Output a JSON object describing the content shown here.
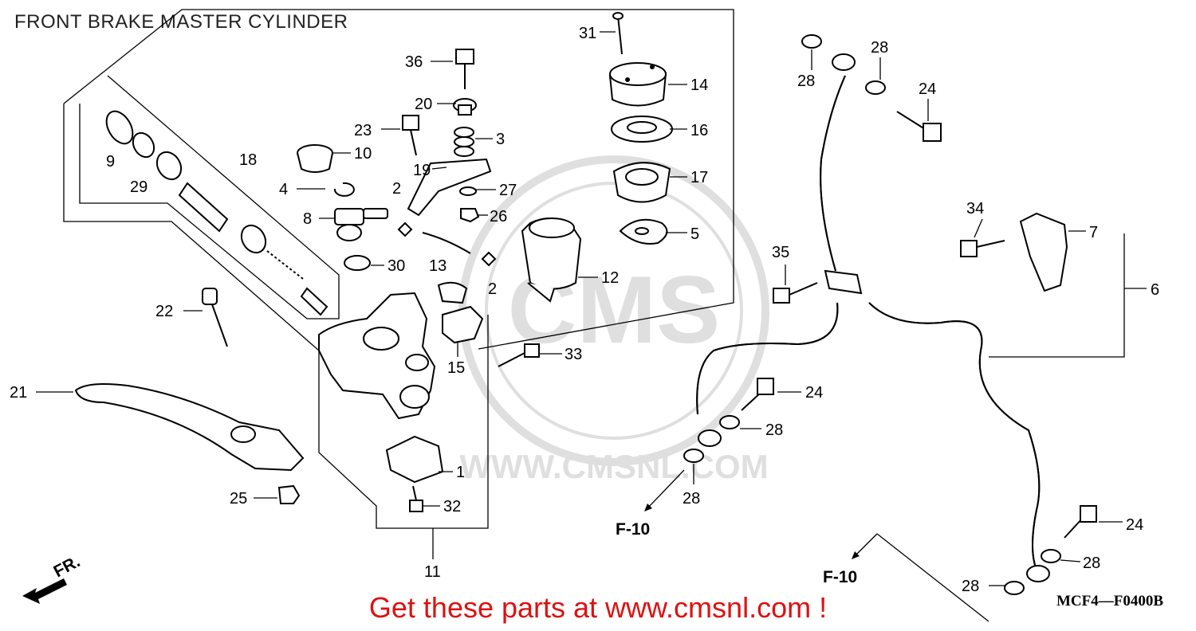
{
  "title": "FRONT BRAKE MASTER CYLINDER",
  "promo": "Get these parts at www.cmsnl.com !",
  "diagram_code": "MCF4—F0400B",
  "watermark": {
    "brand": "CMS",
    "url": "WWW.CMSNL.COM"
  },
  "direction_label": "FR.",
  "ref_labels": [
    "F-10",
    "F-10"
  ],
  "callouts": [
    {
      "id": "c31",
      "label": "31"
    },
    {
      "id": "c36",
      "label": "36"
    },
    {
      "id": "c14",
      "label": "14"
    },
    {
      "id": "c20",
      "label": "20"
    },
    {
      "id": "c16",
      "label": "16"
    },
    {
      "id": "c23",
      "label": "23"
    },
    {
      "id": "c3",
      "label": "3"
    },
    {
      "id": "c10",
      "label": "10"
    },
    {
      "id": "c9",
      "label": "9"
    },
    {
      "id": "c29",
      "label": "29"
    },
    {
      "id": "c18",
      "label": "18"
    },
    {
      "id": "c19",
      "label": "19"
    },
    {
      "id": "c17",
      "label": "17"
    },
    {
      "id": "c4",
      "label": "4"
    },
    {
      "id": "c2a",
      "label": "2"
    },
    {
      "id": "c27",
      "label": "27"
    },
    {
      "id": "c8",
      "label": "8"
    },
    {
      "id": "c26",
      "label": "26"
    },
    {
      "id": "c5",
      "label": "5"
    },
    {
      "id": "c13",
      "label": "13"
    },
    {
      "id": "c30",
      "label": "30"
    },
    {
      "id": "c12",
      "label": "12"
    },
    {
      "id": "c2b",
      "label": "2"
    },
    {
      "id": "c22",
      "label": "22"
    },
    {
      "id": "c15",
      "label": "15"
    },
    {
      "id": "c33",
      "label": "33"
    },
    {
      "id": "c21",
      "label": "21"
    },
    {
      "id": "c1",
      "label": "1"
    },
    {
      "id": "c25",
      "label": "25"
    },
    {
      "id": "c32",
      "label": "32"
    },
    {
      "id": "c11",
      "label": "11"
    },
    {
      "id": "c28a",
      "label": "28"
    },
    {
      "id": "c28b",
      "label": "28"
    },
    {
      "id": "c24a",
      "label": "24"
    },
    {
      "id": "c34",
      "label": "34"
    },
    {
      "id": "c7",
      "label": "7"
    },
    {
      "id": "c6",
      "label": "6"
    },
    {
      "id": "c35",
      "label": "35"
    },
    {
      "id": "c24b",
      "label": "24"
    },
    {
      "id": "c28c",
      "label": "28"
    },
    {
      "id": "c28d",
      "label": "28"
    },
    {
      "id": "c24c",
      "label": "24"
    },
    {
      "id": "c28e",
      "label": "28"
    },
    {
      "id": "c28f",
      "label": "28"
    }
  ]
}
